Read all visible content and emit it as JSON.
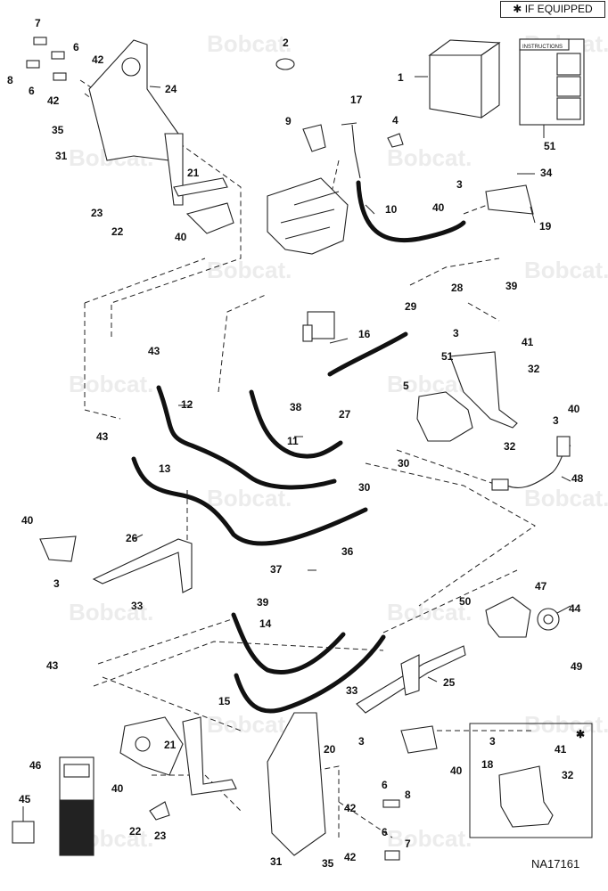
{
  "badge": {
    "star": "✱",
    "text": "IF EQUIPPED"
  },
  "drawing_number": "NA17161",
  "watermark": "Bobcat",
  "instructions": {
    "title": "INSTRUCTIONS"
  },
  "inset": {
    "star": "✱"
  },
  "callouts": [
    {
      "t": "7"
    },
    {
      "t": "6"
    },
    {
      "t": "42"
    },
    {
      "t": "8"
    },
    {
      "t": "6"
    },
    {
      "t": "42"
    },
    {
      "t": "24"
    },
    {
      "t": "35"
    },
    {
      "t": "31"
    },
    {
      "t": "21"
    },
    {
      "t": "23"
    },
    {
      "t": "22"
    },
    {
      "t": "40"
    },
    {
      "t": "2"
    },
    {
      "t": "1"
    },
    {
      "t": "51"
    },
    {
      "t": "17"
    },
    {
      "t": "4"
    },
    {
      "t": "9"
    },
    {
      "t": "34"
    },
    {
      "t": "3"
    },
    {
      "t": "40"
    },
    {
      "t": "10"
    },
    {
      "t": "19"
    },
    {
      "t": "28"
    },
    {
      "t": "39"
    },
    {
      "t": "29"
    },
    {
      "t": "3"
    },
    {
      "t": "16"
    },
    {
      "t": "41"
    },
    {
      "t": "51"
    },
    {
      "t": "32"
    },
    {
      "t": "5"
    },
    {
      "t": "40"
    },
    {
      "t": "3"
    },
    {
      "t": "43"
    },
    {
      "t": "12"
    },
    {
      "t": "38"
    },
    {
      "t": "27"
    },
    {
      "t": "11"
    },
    {
      "t": "32"
    },
    {
      "t": "43"
    },
    {
      "t": "13"
    },
    {
      "t": "30"
    },
    {
      "t": "30"
    },
    {
      "t": "48"
    },
    {
      "t": "40"
    },
    {
      "t": "26"
    },
    {
      "t": "36"
    },
    {
      "t": "37"
    },
    {
      "t": "3"
    },
    {
      "t": "33"
    },
    {
      "t": "39"
    },
    {
      "t": "47"
    },
    {
      "t": "50"
    },
    {
      "t": "44"
    },
    {
      "t": "14"
    },
    {
      "t": "49"
    },
    {
      "t": "43"
    },
    {
      "t": "25"
    },
    {
      "t": "33"
    },
    {
      "t": "15"
    },
    {
      "t": "21"
    },
    {
      "t": "20"
    },
    {
      "t": "3"
    },
    {
      "t": "3"
    },
    {
      "t": "41"
    },
    {
      "t": "46"
    },
    {
      "t": "18"
    },
    {
      "t": "32"
    },
    {
      "t": "40"
    },
    {
      "t": "40"
    },
    {
      "t": "6"
    },
    {
      "t": "8"
    },
    {
      "t": "45"
    },
    {
      "t": "42"
    },
    {
      "t": "22"
    },
    {
      "t": "23"
    },
    {
      "t": "6"
    },
    {
      "t": "7"
    },
    {
      "t": "42"
    },
    {
      "t": "31"
    },
    {
      "t": "35"
    }
  ]
}
